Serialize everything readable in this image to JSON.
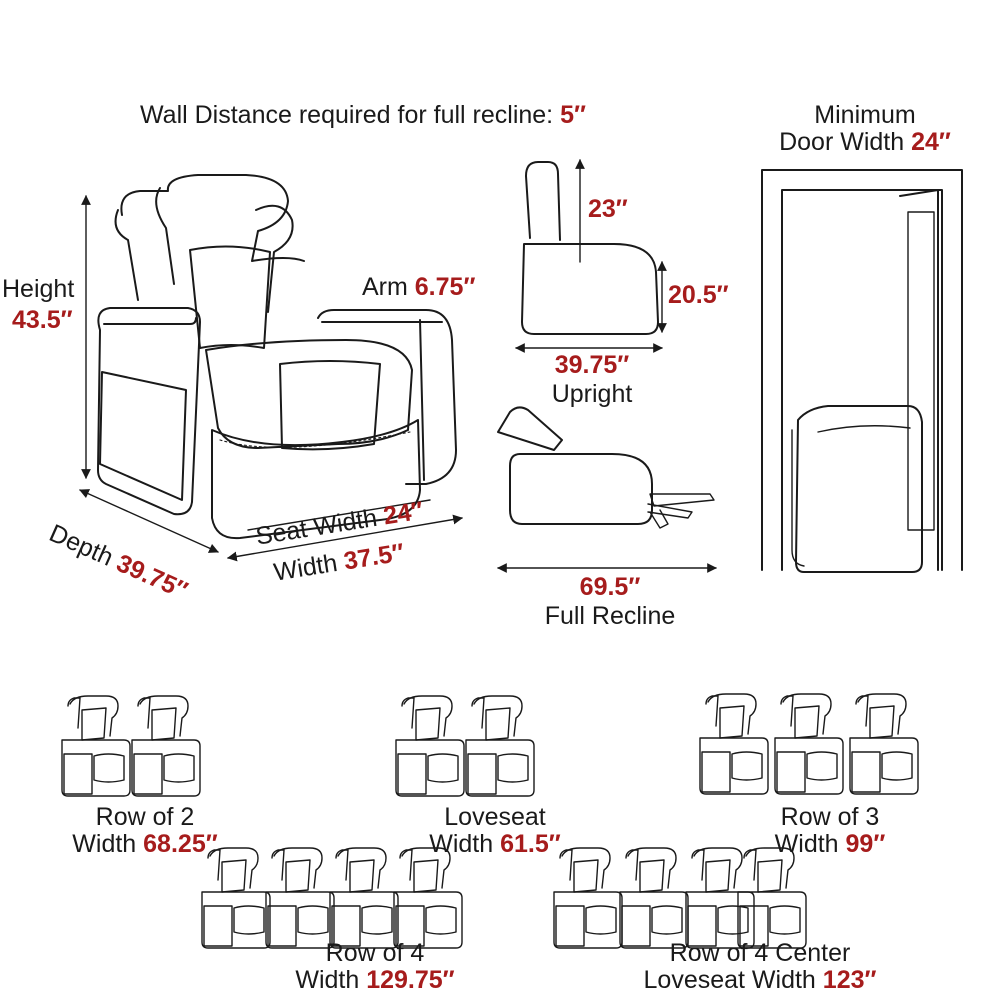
{
  "colors": {
    "line": "#1a1a1a",
    "accent": "#a61c1c",
    "background": "#ffffff"
  },
  "wall_distance": {
    "label": "Wall Distance required for full recline:",
    "value": "5″"
  },
  "door": {
    "line1": "Minimum",
    "line2": "Door Width",
    "value": "24″"
  },
  "main_chair": {
    "height": {
      "label": "Height",
      "value": "43.5″"
    },
    "arm": {
      "label": "Arm",
      "value": "6.75″"
    },
    "depth": {
      "label": "Depth",
      "value": "39.75″"
    },
    "seat_width": {
      "label": "Seat Width",
      "value": "24″"
    },
    "width": {
      "label": "Width",
      "value": "37.5″"
    }
  },
  "upright": {
    "back_height": "23″",
    "seat_height": "20.5″",
    "depth": "39.75″",
    "label": "Upright"
  },
  "recline": {
    "depth": "69.5″",
    "label": "Full Recline"
  },
  "configurations": [
    {
      "name": "Row of 2",
      "width_label": "Width",
      "width": "68.25″"
    },
    {
      "name": "Loveseat",
      "width_label": "Width",
      "width": "61.5″"
    },
    {
      "name": "Row of 3",
      "width_label": "Width",
      "width": "99″"
    },
    {
      "name": "Row of 4",
      "width_label": "Width",
      "width": "129.75″"
    },
    {
      "name": "Row of 4 Center",
      "width_label": "Loveseat Width",
      "width": "123″"
    }
  ]
}
